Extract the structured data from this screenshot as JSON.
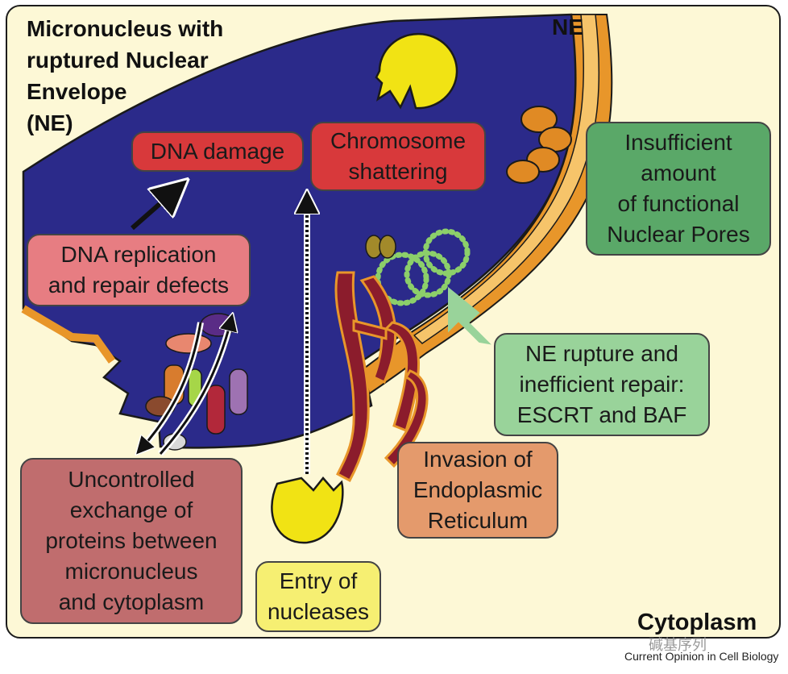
{
  "title": "Micronucleus with\nruptured Nuclear\nEnvelope\n(NE)",
  "ne_label": "NE",
  "cytoplasm_label": "Cytoplasm",
  "labels": {
    "dna_damage": "DNA damage",
    "chromosome_shattering": "Chromosome\nshattering",
    "insufficient_pores": "Insufficient\namount\nof functional\nNuclear Pores",
    "dna_replication": "DNA replication\nand repair defects",
    "ne_rupture": "NE rupture and\ninefficient repair:\nESCRT and BAF",
    "er_invasion": "Invasion of\nEndoplasmic\nReticulum",
    "uncontrolled_exchange": "Uncontrolled\nexchange of\nproteins between\nmicronucleus\nand cytoplasm",
    "nucleases": "Entry of\nnucleases"
  },
  "credit": "Current Opinion in Cell Biology",
  "watermark": "碱基序列",
  "colors": {
    "background": "#fdf8d6",
    "nucleoplasm": "#2b2a8a",
    "envelope_orange": "#e8962a",
    "envelope_light": "#f6c46a",
    "red_box": "#d8393b",
    "pink_box": "#e77d82",
    "dark_rose_box": "#c06d6e",
    "green_box": "#5aa868",
    "light_green_box": "#99d39a",
    "orange_box": "#e49a6c",
    "yellow_box": "#f6ef72",
    "nuclease": "#f1e314"
  }
}
